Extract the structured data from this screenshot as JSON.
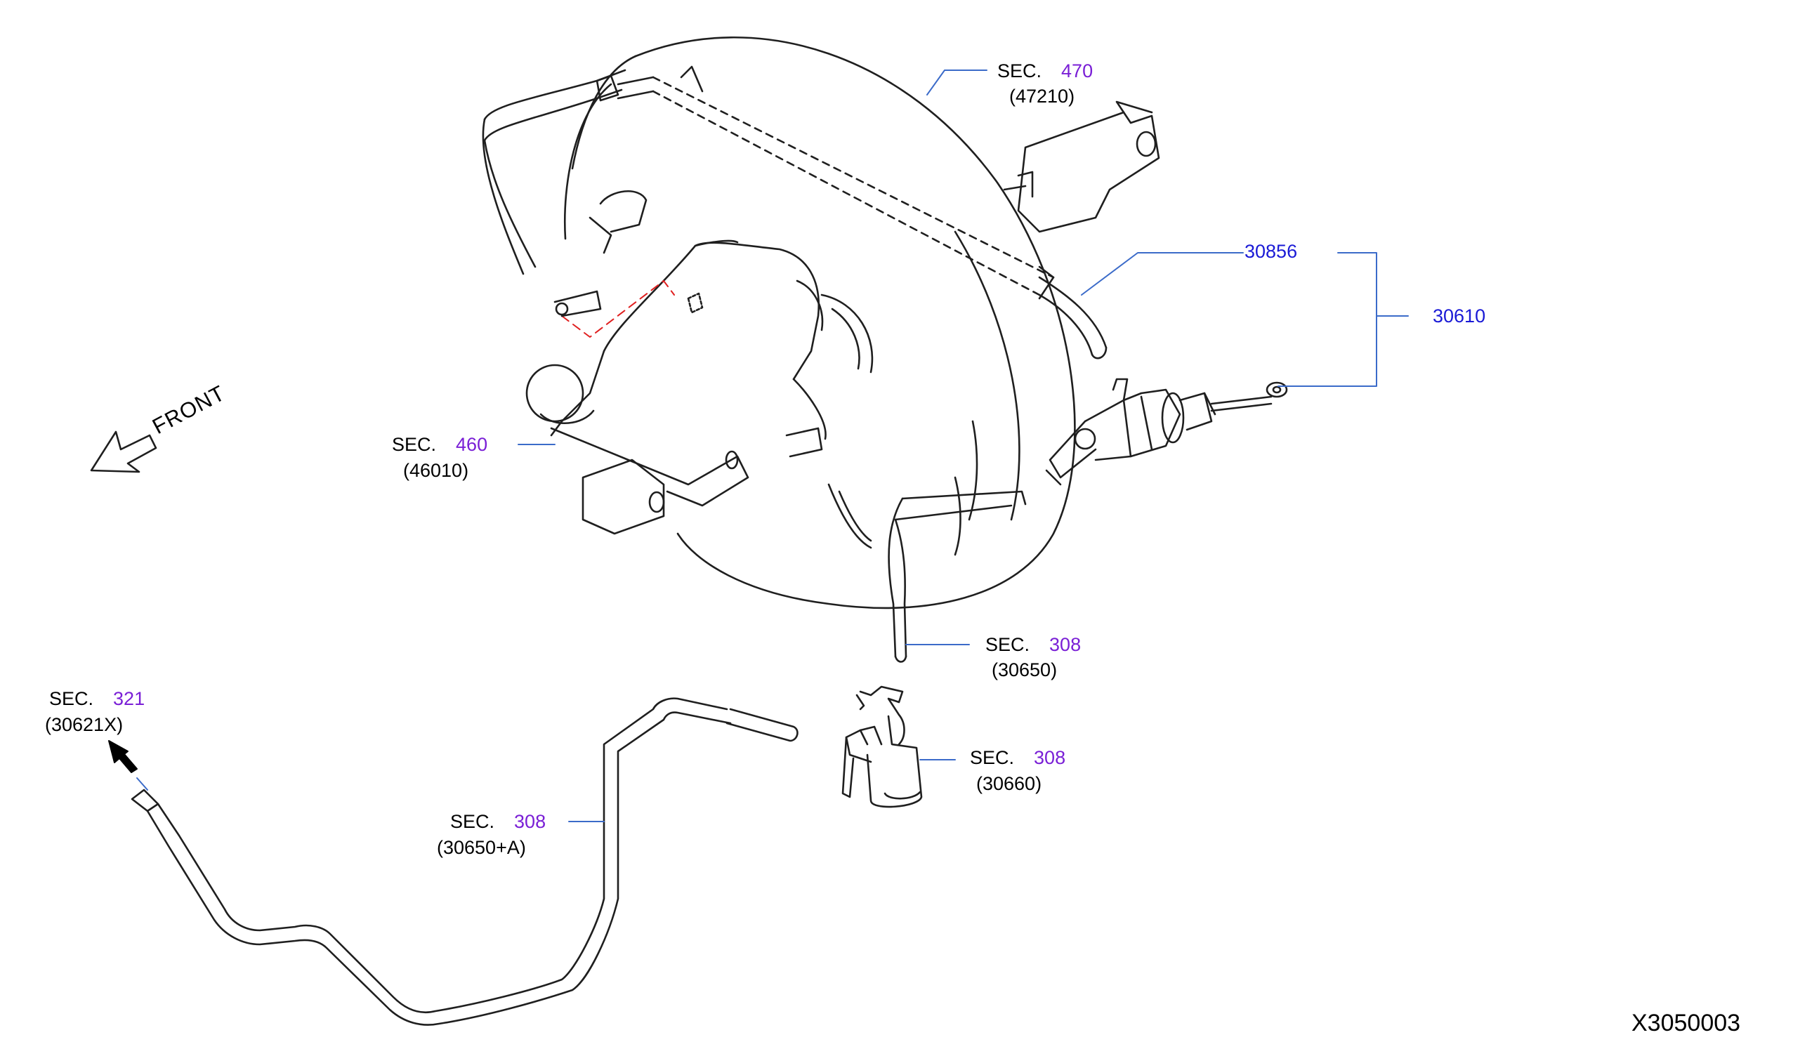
{
  "callouts": [
    {
      "id": "sec470",
      "sec": "SEC.",
      "num": "470",
      "sub": "(47210)"
    },
    {
      "id": "sec460",
      "sec": "SEC.",
      "num": "460",
      "sub": "(46010)"
    },
    {
      "id": "sec308a",
      "sec": "SEC.",
      "num": "308",
      "sub": "(30650)"
    },
    {
      "id": "sec321",
      "sec": "SEC.",
      "num": "321",
      "sub": "(30621X)"
    },
    {
      "id": "sec308b",
      "sec": "SEC.",
      "num": "308",
      "sub": "(30660)"
    },
    {
      "id": "sec308c",
      "sec": "SEC.",
      "num": "308",
      "sub": "(30650+A)"
    }
  ],
  "part_numbers": {
    "hose": "30856",
    "master_cylinder": "30610"
  },
  "front_label": "FRONT",
  "diagram_code": "X3050003",
  "colors": {
    "line": "#1f1f1f",
    "leader": "#3b6bc9",
    "sec_number": "#7a1fd6",
    "part_number": "#1a1ad6",
    "hidden_red": "#e02020"
  }
}
